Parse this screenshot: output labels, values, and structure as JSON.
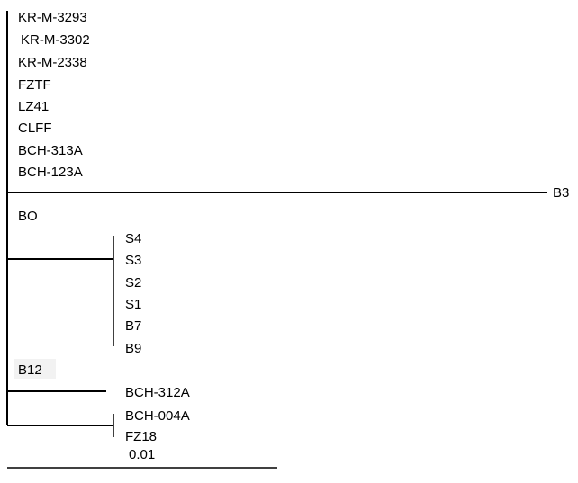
{
  "tree": {
    "clusters": {
      "main": [
        "KR-M-3293",
        "KR-M-3302",
        "KR-M-2338",
        "FZTF",
        "LZ41",
        "CLFF",
        "BCH-313A",
        "BCH-123A"
      ],
      "outgroup": "B3",
      "bo": "BO",
      "s_group": [
        "S4",
        "S3",
        "S2",
        "S1",
        "B7",
        "B9"
      ],
      "b12": "B12",
      "bch312": "BCH-312A",
      "bch004": [
        "BCH-004A",
        "FZ18"
      ]
    },
    "scale_bar": {
      "label": "0.01"
    }
  }
}
